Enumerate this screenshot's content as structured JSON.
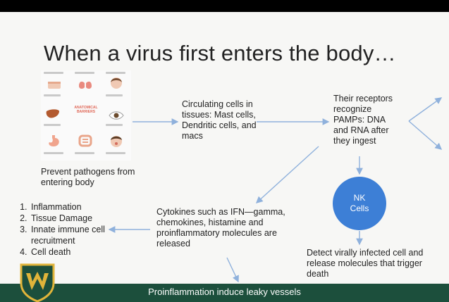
{
  "slide": {
    "title": "When a virus first enters the body…",
    "barriers_caption": "Prevent pathogens from entering body",
    "barriers_center_label": "ANATOMICAL BARRIERS",
    "circulating_cells": "Circulating cells in tissues: Mast cells, Dendritic cells, and macs",
    "receptors": "Their receptors recognize PAMPs: DNA and RNA after they ingest",
    "nk_cells_line1": "NK",
    "nk_cells_line2": "Cells",
    "cytokines": "Cytokines such as IFN—gamma, chemokines, histamine and proinflammatory molecules are released",
    "nk_action": "Detect virally infected cell and release molecules that trigger death",
    "effects": [
      "Inflammation",
      "Tissue Damage",
      "Innate immune cell recruitment",
      "Cell death"
    ],
    "footer": "Proinflammation induce leaky vessels",
    "colors": {
      "arrow": "#8fb1dc",
      "nk": "#3d7fd6",
      "footer": "#1c4f3c",
      "logo_gold": "#e0b43a"
    }
  }
}
